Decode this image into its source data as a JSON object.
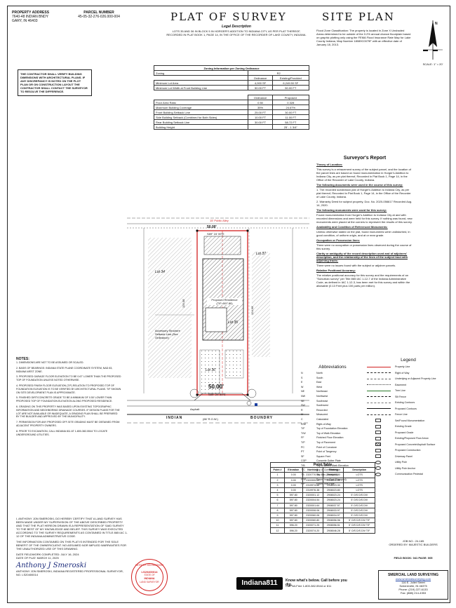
{
  "header": {
    "property_address_label": "PROPERTY ADDRESS",
    "property_address": [
      "7640-48 INDIAN BNDY",
      "GARY, IN 46403"
    ],
    "parcel_label": "PARCEL NUMBER",
    "parcel_number": "45-05-32-276-026.000-004",
    "title_left": "PLAT OF SURVEY",
    "title_right": "SITE PLAN",
    "legal_heading": "Legal Description",
    "legal_text": "LOTS 35 AND 36 IN BLOCK 5 IN HORGER'S ADDITION TO INDIANA CITY, AS PER PLAT THEREOF, RECORDED IN PLAT BOOK 1, PAGE 14, IN THE OFFICE OF THE RECORDER OF LAKE COUNTY, INDIANA."
  },
  "flood": {
    "text": "Flood Zone Classification: The property is located in Zone X Unshaded Areas determined to be outside of the 0.2% annual chance floodplain based on graphic plotting only using the FEMA Flood Insurance Rate Map for Lake County Indiana, Map Number 18089C0079F with an effective date of January 18, 2013."
  },
  "north_arrow": {
    "letter": "N",
    "scale": "SCALE: 1\" = 20'"
  },
  "contractor_note": "THE CONTRACTOR SHALL VERIFY BUILDING DIMENSIONS WITH ARCHITECTURAL PLANS. IF ANY DISCREPANCY IS NOTED ON THE PLOT PLAN OR ON CONSTRUCTION LAYOUT THE CONTRACTOR SHALL CONTACT THE SURVEYOR TO RESOLVE THE DIFFERENCE.",
  "zoning": {
    "heading": "Zoning Information per Zoning Ordinance",
    "zoning_label": "Zoning",
    "zoning_value": "R2",
    "cols1": [
      "",
      "Ordinance",
      "Existing/Provided"
    ],
    "rows1": [
      [
        "Minimum Lot Area",
        "4,000 SF",
        "6,249.50 SF"
      ],
      [
        "Minimum Lot Width at Front Building Line",
        "50.00 FT",
        "50.00 FT"
      ]
    ],
    "cols2": [
      "",
      "Ordinance",
      "Proposed"
    ],
    "rows2": [
      [
        "Floor Area Ratio",
        "0.50",
        "0.328"
      ],
      [
        "Maximum Building Coverage",
        "35%",
        "24.67%"
      ],
      [
        "Front Building Setback Line",
        "25.00 FT",
        "30.00 FT"
      ],
      [
        "Side Building Setback (Combined for Both Sides)",
        "10.00 FT",
        "11.00 FT"
      ],
      [
        "Rear Building Setback Line",
        "30.00 FT",
        "58.72 FT"
      ],
      [
        "Building Height",
        "",
        "25' - 1 3/4\""
      ]
    ]
  },
  "surveyor_report": {
    "title": "Surveyor's Report",
    "paras": [
      "Theory of Location:",
      "This survey is a retracement survey of the subject parcel, and the location of the parcel lines are based on found monumentation in Horger's Addition to Indiana City, as per plat thereof, Recorded in Plat Book 1, Page 14, in the Office of the Recorder of Lake County, Indiana.",
      "The following documents were used in the course of this survey:",
      "1. The recorded subdivision plat of Horger's Addition to Indiana City, as per plat thereof, Recorded in Plat Book 1, Page 14, in the Office of the Recorder of Lake County, Indiana.",
      "2. Warranty Deed for subject property, Doc. No. 2020-056617 Recorded Aug. 14, 2020.",
      "The following monuments were used for this survey:",
      "Found monumentation from Horger's Addition to Indiana City at and with recorded dimensions and were held for this survey. If nothing was found, new monuments were placed at the corners to represent the results of this survey.",
      "Availability and Condition of Referenced Monuments:",
      "Unless otherwise stated on the plat, found monuments were undisturbed, in good condition, of uniform origin, and at or near grade.",
      "Occupation or Possession lines:",
      "There were no occupation or possession lines observed during the course of this survey.",
      "Clarity or ambiguity of the record description used and of adjoiners' description, and the relationship of the lines of the subject tract with adjoining tracts:",
      "There were no issues found with the subject or adjoiner parcels.",
      "Relative Positional Accuracy:",
      "The relative positional accuracy for this survey and the requirements of an \"Suburban survey\" per Title 865 IAC 1-12-7 of the Indiana Administrative Code, as defined in IAC 1-12-3, has been met for this survey and within the allowable (0.13 Feet plus 100 parts per million)."
    ]
  },
  "plat": {
    "alley_label": "15' Public Alley",
    "lot34": "Lot 34",
    "lot35": "Lot 35",
    "lot36": "Lot 36",
    "lot37": "Lot 37",
    "dim_top": "50.00'",
    "bearing_top": "S89° 24' 59\"E",
    "dim_bottom": "50.00'",
    "bearing_bottom": "S89° 24' 59\"E",
    "residence": "Proposed Residence",
    "residence_ff": "(T/F=597.80)",
    "street": "INDIAN",
    "street2": "BOUNDRY",
    "row_label": "(66' R.O.W.)",
    "asphalt": "Asphalt",
    "accessory": "Accessory Structure Setback Line (See Ordinance)",
    "side_dim_left": "125.00'",
    "side_dim_right": "124.99'"
  },
  "abbreviations": {
    "title": "Abbreviations",
    "items": [
      [
        "N",
        "North"
      ],
      [
        "S",
        "South"
      ],
      [
        "E",
        "East"
      ],
      [
        "W",
        "West"
      ],
      [
        "NE",
        "Northeast"
      ],
      [
        "NW",
        "Northwest"
      ],
      [
        "SE",
        "Southeast"
      ],
      [
        "SW",
        "Southwest"
      ],
      [
        "R",
        "Recorded"
      ],
      [
        "M",
        "Measured"
      ],
      [
        "C",
        "Calculated"
      ],
      [
        "R/W",
        "Right-of-Way"
      ],
      [
        "T/F",
        "Top of Foundation Elevation"
      ],
      [
        "T/W",
        "Top of Walk Elevation"
      ],
      [
        "FF",
        "Finished Floor Elevation"
      ],
      [
        "T/P",
        "Top of Pavement"
      ],
      [
        "PC",
        "Point of Curvature"
      ],
      [
        "PT",
        "Point of Tangency"
      ],
      [
        "SF",
        "Square Feet"
      ],
      [
        "CGP",
        "Concrete Gutter Plate"
      ],
      [
        "T/B",
        "Top of Bench Mark Elevation"
      ],
      [
        "T/C",
        "Top of Curb Elevation"
      ],
      [
        "TB",
        "Top Bar (Stamped)"
      ],
      [
        "FRP",
        "Found Iron Rod (Stamped)"
      ],
      [
        "FIP",
        "Found Iron Pipe"
      ]
    ]
  },
  "legend": {
    "title": "Legend",
    "items": [
      "Property Line",
      "Right of Way",
      "Underlying or Adjacent Property Line",
      "Easement",
      "Tree Line",
      "Silt Fence",
      "Existing Contours",
      "Proposed Contours",
      "Fence Line",
      "Set/Found Monumentation",
      "Existing Grade",
      "Proposed Grade",
      "Existing/Proposed Flow Arrow",
      "Proposed Concrete/Asphalt Surface",
      "Proposed Construction",
      "Driveway Panel",
      "Utility Pole",
      "Utility Pole Anchor",
      "Communication Pedestal"
    ]
  },
  "notes": {
    "title": "NOTES:",
    "items": [
      "1. DIMENSIONS ARE NOT TO BE ASSUMED OR SCALED.",
      "2. BASIS OF BEARINGS: INDIANA STATE PLANE COORDINATE SYSTEM, NAD 83, INDIANA WEST ZONE.",
      "3. PROPOSED GARAGE FLOOR ELEVATION TO BE 0.67' LOWER THAN THE PROPOSED TOP OF FOUNDATION UNLESS NOTED OTHERWISE.",
      "4. PROPOSED FINISH FLOOR ELEVATION (T/F) RELATION TO PROPOSED TOP OF FOUNDATION ELEVATION IS TO BE VERIFIED BY ARCHITECTURAL PLANS. T/F SHOWN ON SITE DEVELOPMENT PLAN IS APPROXIMATE.",
      "5. FINISHED DIRT/CONCRETE GRADE TO BE A MINIMUM OF 0.50' LOWER THAN PROPOSED TOP OF FOUNDATION ELEVATION ALONG PROPOSED RESIDENCE.",
      "6. GRADING ON THIS PROPERTY WAS BASED UPON EXISTING TOPOGRAPHIC INFORMATION AND NEIGHBORING DRAINAGE COURSES. IF DESIGN PLANS FOR THE LOT ARE NOT AVAILABLE OR INADEQUATE, A GRADING PLAN SHALL BE PREPARED BY THE BUILDER AND APPROVED BY THE MUNICIPALITY.",
      "7. PERMISSION FOR ANY PROPOSED OFF-SITE GRADING MUST BE OBTAINED FROM ADJACENT PROPERTY OWNERS.",
      "8. PRIOR TO EXCAVATION, CALL INDIANA 811 AT 1-800-382-5544 TO LOCATE UNDERGROUND UTILITIES."
    ]
  },
  "certification": {
    "text": "I, ANTHONY JON SMEROSKI, DO HEREBY CERTIFY THAT A LAND SURVEY HAS BEEN MADE UNDER MY SUPERVISION OF THE ABOVE DESCRIBED PROPERTY AND THAT THE PLAT HEREON DRAWN IS A REPRESENTATION OF SAID SURVEY TO THE BEST OF MY KNOWLEDGE AND BELIEF. THIS SURVEY WAS EXECUTED ACCORDING TO THE SURVEY REQUIREMENTS AS CONTAINED IN TITLE 865 IAC 1-12 OF THE INDIANA ADMINISTRATIVE CODE.",
    "note2": "THE INFORMATION CONTAINED ON THIS PLAT IS INTENDED FOR THE SOLE BENEFIT OF THE OWNER/CLIENT. NO ASSUMED NOR IMPLIED WARRANTIES FOR THE UNAUTHORIZED USE OF THIS DRAWING.",
    "date_fieldwork": "DATE FIELDWORK COMPLETED: JULY 16, 2024",
    "date_plat": "DATE OF PLAT: MARCH 11, 2025",
    "signature": "Anthony J Smeroski",
    "name_line": "ANTHONY JON SMEROSKI, INDIANA REGISTERED PROFESSIONAL SURVEYOR, NO. LS20400014",
    "seal_top": "ANTHONY JON SMEROSKI",
    "seal_no": "LS20400014",
    "seal_state": "STATE OF",
    "seal_bottom": "INDIANA",
    "seal_sub": "LAND SURVEYOR"
  },
  "point_table": {
    "title": "Point Table",
    "headers": [
      "Point #",
      "Elevation",
      "Northing",
      "Easting",
      "Description"
    ],
    "rows": [
      [
        "1",
        "0.00",
        "2320770.00",
        "2908022.80",
        "LOTS"
      ],
      [
        "2",
        "0.00",
        "2320999.50",
        "2908072.30",
        "LOTS"
      ],
      [
        "3",
        "0.00",
        "2319974.86",
        "2908023.30",
        "LOTS"
      ],
      [
        "4",
        "0.00",
        "2319976.38",
        "2908023.80",
        "LOTS"
      ],
      [
        "5",
        "597.80",
        "2320001.12",
        "2908023.24",
        "5' O/S D/S DIV"
      ],
      [
        "6",
        "597.80",
        "2320004.54",
        "2908023.24",
        "5' O/S D/S DIV"
      ],
      [
        "7",
        "597.80",
        "2320001.64",
        "2908037.57",
        "5' O/S D/S DIV"
      ],
      [
        "8",
        "597.80",
        "2320006.06",
        "2908033.97",
        "5' O/S D/S DIV"
      ],
      [
        "9",
        "597.80",
        "2320060.06",
        "2908034.97",
        "5' O/S D/S DIV"
      ],
      [
        "10",
        "597.80",
        "2320060.80",
        "2908056.96",
        "5' O/S D/S DIV T/F"
      ],
      [
        "11",
        "596.20",
        "2320071.25",
        "2908056.51",
        "5' O/S D/S DIV T/F"
      ],
      [
        "12",
        "596.20",
        "2320074.20",
        "2908046.28",
        "5' O/S D/S DIV T/F"
      ]
    ]
  },
  "job": {
    "job_no": "JOB NO.: 24-185",
    "ordered_by": "ORDERED BY: MAJESTIC BUILDERS",
    "field_book": "FIELD BOOK: 041   PAGE: 005"
  },
  "indiana811": {
    "logo": "Indiana811",
    "tagline": "Know what's below. Call before you dig.",
    "small": "Call Toll-Free 1-800-382-5544 or 811"
  },
  "company": {
    "name": "SMERCIAL LAND SURVEYING",
    "email": "www.smercialsurveying.com",
    "street": "116 E. Joliet Street",
    "city": "Schererville, IN 46375",
    "phone": "Phone: (219) 227-6133",
    "fax": "Fax: (888) 214-4353"
  },
  "colors": {
    "property_line": "#d21f1f",
    "ink": "#111111"
  }
}
